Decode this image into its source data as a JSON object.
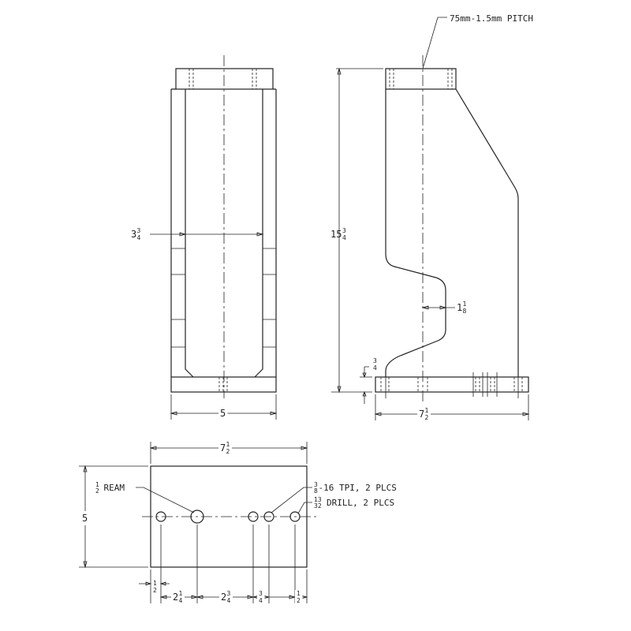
{
  "drawing": {
    "thread_note": "75mm-1.5mm PITCH",
    "ream_note": {
      "num": "1",
      "den": "2",
      "text": "REAM"
    },
    "tap_note": {
      "num": "3",
      "den": "8",
      "text": "-16 TPI, 2 PLCS"
    },
    "drill_note": {
      "num": "13",
      "den": "32",
      "text": "DRILL, 2 PLCS"
    },
    "dims": {
      "front_inner_width": {
        "whole": "3",
        "num": "3",
        "den": "4"
      },
      "front_width": {
        "whole": "5",
        "num": "",
        "den": ""
      },
      "side_height": {
        "whole": "15",
        "num": "3",
        "den": "4"
      },
      "side_offset": {
        "whole": "1",
        "num": "1",
        "den": "8"
      },
      "base_thickness": {
        "whole": "",
        "num": "3",
        "den": "4"
      },
      "side_length": {
        "whole": "7",
        "num": "1",
        "den": "2"
      },
      "plan_length": {
        "whole": "7",
        "num": "1",
        "den": "2"
      },
      "plan_width": {
        "whole": "5",
        "num": "",
        "den": ""
      },
      "hole1_edge": {
        "whole": "",
        "num": "1",
        "den": "2"
      },
      "hole_spacing_a": {
        "whole": "2",
        "num": "1",
        "den": "4"
      },
      "hole_spacing_b": {
        "whole": "2",
        "num": "3",
        "den": "4"
      },
      "hole_spacing_c": {
        "whole": "",
        "num": "3",
        "den": "4"
      },
      "hole_spacing_d": {
        "whole": "",
        "num": "1",
        "den": "2"
      }
    }
  }
}
